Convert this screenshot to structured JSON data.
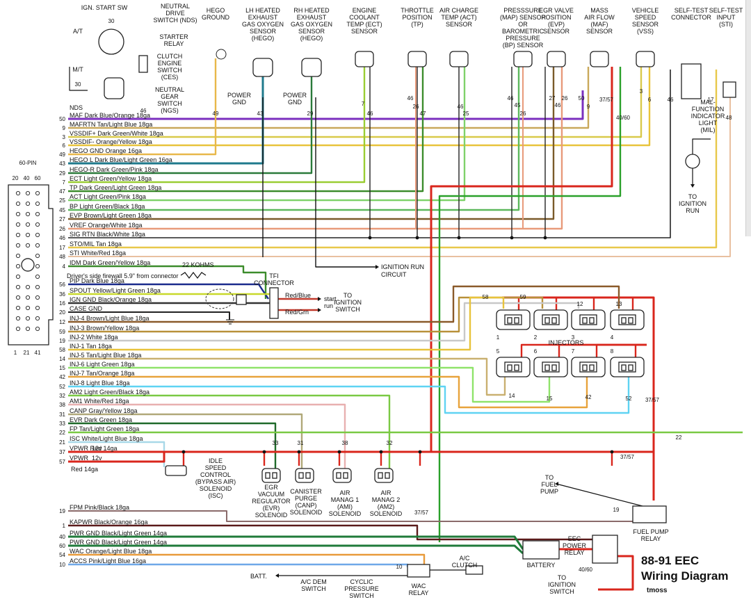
{
  "title": "88-91 EEC",
  "subtitle": "Wiring Diagram",
  "author": "tmoss",
  "ecu": {
    "title": "60-PIN",
    "top_pins": [
      "20",
      "40",
      "60"
    ],
    "bottom_pins": [
      "1",
      "21",
      "41"
    ]
  },
  "sensors": [
    {
      "id": "hego-ground",
      "lines": [
        "HEGO",
        "GROUND"
      ]
    },
    {
      "id": "lh-hego",
      "lines": [
        "LH HEATED",
        "EXHAUST",
        "GAS OXYGEN",
        "SENSOR",
        "(HEGO)"
      ]
    },
    {
      "id": "rh-hego",
      "lines": [
        "RH HEATED",
        "EXHAUST",
        "GAS OXYGEN",
        "SENSOR",
        "(HEGO)"
      ]
    },
    {
      "id": "ect",
      "lines": [
        "ENGINE",
        "COOLANT",
        "TEMP (ECT)",
        "SENSOR"
      ]
    },
    {
      "id": "tp",
      "lines": [
        "THROTTLE",
        "POSITION",
        "(TP)"
      ]
    },
    {
      "id": "act",
      "lines": [
        "AIR CHARGE",
        "TEMP (ACT)",
        "SENSOR"
      ]
    },
    {
      "id": "map",
      "lines": [
        "PRESSSURE",
        "(MAP) SENSOR",
        "OR",
        "BAROMETRIC",
        "PRESSURE",
        "(BP) SENSOR"
      ]
    },
    {
      "id": "evp",
      "lines": [
        "EGR VALVE",
        "POSITION",
        "(EVP)",
        "SENSOR"
      ]
    },
    {
      "id": "maf",
      "lines": [
        "MASS",
        "AIR FLOW",
        "(MAF)",
        "SENSOR"
      ]
    },
    {
      "id": "vss",
      "lines": [
        "VEHICLE",
        "SPEED",
        "SENSOR",
        "(VSS)"
      ]
    },
    {
      "id": "self-test",
      "lines": [
        "SELF-TEST",
        "CONNECTOR"
      ]
    },
    {
      "id": "sti",
      "lines": [
        "SELF-TEST",
        "INPUT",
        "(STI)"
      ]
    }
  ],
  "misc_labels": {
    "ign_start_sw": "IGN. START SW",
    "nds": [
      "NEUTRAL",
      "DRIVE",
      "SWITCH (NDS)"
    ],
    "starter_relay": [
      "STARTER",
      "RELAY"
    ],
    "ces": [
      "CLUTCH",
      "ENGINE",
      "SWITCH",
      "(CES)"
    ],
    "ngs": [
      "NEUTRAL",
      "GEAR",
      "SWITCH",
      "(NGS)"
    ],
    "at": "A/T",
    "mt": "M/T",
    "n30a": "30",
    "n30b": "30",
    "n46": "46",
    "nds_tag": "NDS",
    "power_gnd": [
      "POWER",
      "GND"
    ],
    "mil": [
      "MAL-",
      "FUNCTION",
      "INDICATOR",
      "LIGHT",
      "(MIL)"
    ],
    "to_ign_run": [
      "TO",
      "IGNITION",
      "RUN"
    ],
    "tfi": [
      "TFI",
      "CONNECTOR"
    ],
    "ign_run_circuit": [
      "IGNITION RUN",
      "CIRCUIT"
    ],
    "start_run": [
      "start",
      "run"
    ],
    "red_blue": "Red/Blue",
    "red_grn": "Red/Grn",
    "to_ign_switch": [
      "TO",
      "IGNITION",
      "SWITCH"
    ],
    "kohms": "22 KOHMS",
    "firewall": "Driver's side firewall 5.9\" from connector",
    "injectors": "INJECTORS",
    "isc": [
      "IDLE",
      "SPEED",
      "CONTROL",
      "(BYPASS AIR)",
      "SOLENOID",
      "(ISC)"
    ],
    "evr": [
      "EGR",
      "VACUUM",
      "REGULATOR",
      "(EVR)",
      "SOLENOID"
    ],
    "canp": [
      "CANISTER",
      "PURGE",
      "(CANP)",
      "SOLENOID"
    ],
    "am1": [
      "AIR",
      "MANAG 1",
      "(AMI)",
      "SOLENOID"
    ],
    "am2": [
      "AIR",
      "MANAG 2",
      "(AM2)",
      "SOLENOID"
    ],
    "to_fuel_pump": [
      "TO",
      "FUEL",
      "PUMP"
    ],
    "fuel_pump_relay": [
      "FUEL PUMP",
      "RELAY"
    ],
    "eec_power_relay": [
      "EEC",
      "POWER",
      "RELAY"
    ],
    "battery": "BATTERY",
    "batt": "BATT.",
    "ac_dem": [
      "A/C DEM",
      "SWITCH"
    ],
    "cyclic": [
      "CYCLIC",
      "PRESSURE",
      "SWITCH"
    ],
    "wac_relay": [
      "WAC",
      "RELAY"
    ],
    "ac_clutch": [
      "A/C",
      "CLUTCH"
    ],
    "to_ign_switch2": [
      "TO",
      "IGNITION",
      "SWITCH"
    ],
    "red14": "Red 14ga",
    "n22": "22",
    "n3757a": "37/57",
    "n3757b": "37/57",
    "n3757c": "37/57",
    "n3757d": "37/57",
    "n4060a": "40/60",
    "n4060b": "40/60",
    "n19": "19",
    "n10": "10"
  },
  "wires": [
    {
      "pin": "50",
      "name": "MAF",
      "desc": "Dark Blue/Orange 18ga",
      "color": "#7b2fbf"
    },
    {
      "pin": "9",
      "name": "MAFRTN",
      "desc": "Tan/Light Blue 18ga",
      "color": "#c9a85a"
    },
    {
      "pin": "3",
      "name": "VSSDIF+",
      "desc": "Dark Green/White 18ga",
      "color": "#d9c94a"
    },
    {
      "pin": "6",
      "name": "VSSDIF-",
      "desc": "Orange/Yellow 18ga",
      "color": "#e8c33b"
    },
    {
      "pin": "49",
      "name": "HEGO GND",
      "desc": "Orange 16ga",
      "color": "#e8b84a"
    },
    {
      "pin": "43",
      "name": "HEGO L",
      "desc": "Dark Blue/Light Green 16ga",
      "color": "#1f7a8c"
    },
    {
      "pin": "29",
      "name": "HEGO-R",
      "desc": "Dark Green/Pink 18ga",
      "color": "#2a7a3a"
    },
    {
      "pin": "7",
      "name": "ECT",
      "desc": "Light Green/Yellow 18ga",
      "color": "#9acd32"
    },
    {
      "pin": "47",
      "name": "TP",
      "desc": "Dark Green/Light Green 18ga",
      "color": "#3c8c2c"
    },
    {
      "pin": "25",
      "name": "ACT",
      "desc": "Light Green/Pink 18ga",
      "color": "#7fd26a"
    },
    {
      "pin": "45",
      "name": "BP",
      "desc": "Light Green/Black 18ga",
      "color": "#5cb85c"
    },
    {
      "pin": "27",
      "name": "EVP",
      "desc": "Brown/Light Green 18ga",
      "color": "#7a5a2a"
    },
    {
      "pin": "26",
      "name": "VREF",
      "desc": "Orange/White 18ga",
      "color": "#e89a7a"
    },
    {
      "pin": "46",
      "name": "SIG RTN",
      "desc": "Black/White 18ga",
      "color": "#222222"
    },
    {
      "pin": "17",
      "name": "STO/MIL",
      "desc": "Tan 18ga",
      "color": "#e8c84a"
    },
    {
      "pin": "48",
      "name": "STI",
      "desc": "White/Red 18ga",
      "color": "#e8c0a0"
    },
    {
      "pin": "4",
      "name": "IDM",
      "desc": "Dark Green/Yellow 18ga",
      "color": "#3c8c2c"
    },
    {
      "pin": "56",
      "name": "PIP",
      "desc": "Dark Blue 18ga",
      "color": "#1a2a8c"
    },
    {
      "pin": "36",
      "name": "SPOUT",
      "desc": "Yellow/Light Green 18ga",
      "color": "#c8d82a"
    },
    {
      "pin": "16",
      "name": "IGN GND",
      "desc": "Black/Orange 18ga",
      "color": "#333333"
    },
    {
      "pin": "20",
      "name": "CASE GND",
      "desc": "",
      "color": "#222222"
    },
    {
      "pin": "12",
      "name": "INJ-4",
      "desc": "Brown/Light Blue 18ga",
      "color": "#8a5a2a"
    },
    {
      "pin": "59",
      "name": "INJ-3",
      "desc": "Brown/Yellow 18ga",
      "color": "#b8903a"
    },
    {
      "pin": "19",
      "name": "INJ-2",
      "desc": "White 18ga",
      "color": "#c8c8c8"
    },
    {
      "pin": "58",
      "name": "INJ-1",
      "desc": "Tan 18ga",
      "color": "#e8c33b"
    },
    {
      "pin": "14",
      "name": "INJ-5",
      "desc": "Tan/Light Blue 18ga",
      "color": "#c9b070"
    },
    {
      "pin": "15",
      "name": "INJ-6",
      "desc": "Light Green 18ga",
      "color": "#8fe36a"
    },
    {
      "pin": "42",
      "name": "INJ-7",
      "desc": "Tan/Orange 18ga",
      "color": "#e8a33b"
    },
    {
      "pin": "52",
      "name": "INJ-8",
      "desc": "Light Blue 18ga",
      "color": "#5fd3f3"
    },
    {
      "pin": "32",
      "name": "AM2",
      "desc": "Light Green/Black 18ga",
      "color": "#7ac943"
    },
    {
      "pin": "38",
      "name": "AM1",
      "desc": "White/Red 18ga",
      "color": "#e8b0b0"
    },
    {
      "pin": "31",
      "name": "CANP",
      "desc": "Gray/Yellow 18ga",
      "color": "#b0a878"
    },
    {
      "pin": "33",
      "name": "EVR",
      "desc": "Dark Green 18ga",
      "color": "#1f6a2a"
    },
    {
      "pin": "22",
      "name": "FP",
      "desc": "Tan/Light Green 18ga",
      "color": "#7ac943"
    },
    {
      "pin": "21",
      "name": "ISC",
      "desc": "White/Light Blue 18ga",
      "color": "#a8d8e8"
    },
    {
      "pin": "37",
      "name": "VPWR",
      "desc": "Red 14ga",
      "power": "12v",
      "color": "#d9261c"
    },
    {
      "pin": "57",
      "name": "VPWR",
      "desc": "",
      "power": "12v",
      "color": "#d9261c"
    },
    {
      "pin": "19",
      "name": "FPM",
      "desc": "Pink/Black 18ga",
      "color": "#8a6a6a"
    },
    {
      "pin": "1",
      "name": "KAPWR",
      "desc": "Black/Orange 16ga",
      "color": "#5a1a1a"
    },
    {
      "pin": "40",
      "name": "PWR GND",
      "desc": "Black/Light Green 14ga",
      "color": "#1f7a3a"
    },
    {
      "pin": "60",
      "name": "PWR GND",
      "desc": "Black/Light Green 14ga",
      "color": "#1f7a3a"
    },
    {
      "pin": "54",
      "name": "WAC",
      "desc": "Orange/Light Blue 18ga",
      "color": "#e89a3a"
    },
    {
      "pin": "10",
      "name": "ACCS",
      "desc": "Pink/Light Blue 16ga",
      "color": "#6fa8e8"
    }
  ],
  "sensor_pins": [
    {
      "for": "hego-ground",
      "n": "49"
    },
    {
      "for": "lh-hego",
      "n": "43"
    },
    {
      "for": "rh-hego",
      "n": "29"
    },
    {
      "for": "ect",
      "n": "7"
    },
    {
      "for": "ect",
      "n": "46"
    },
    {
      "for": "tp",
      "n": "46"
    },
    {
      "for": "tp",
      "n": "26"
    },
    {
      "for": "tp",
      "n": "47"
    },
    {
      "for": "act",
      "n": "46"
    },
    {
      "for": "act",
      "n": "25"
    },
    {
      "for": "map",
      "n": "46"
    },
    {
      "for": "map",
      "n": "45"
    },
    {
      "for": "map",
      "n": "26"
    },
    {
      "for": "evp",
      "n": "27"
    },
    {
      "for": "evp",
      "n": "46"
    },
    {
      "for": "evp",
      "n": "26"
    },
    {
      "for": "maf",
      "n": "50"
    },
    {
      "for": "maf",
      "n": "9"
    },
    {
      "for": "maf",
      "n": "37/57"
    },
    {
      "for": "maf",
      "n": "40/60"
    },
    {
      "for": "vss",
      "n": "3"
    },
    {
      "for": "vss",
      "n": "6"
    },
    {
      "for": "self-test",
      "n": "46"
    },
    {
      "for": "self-test",
      "n": "17"
    },
    {
      "for": "sti",
      "n": "48"
    }
  ],
  "injectors": [
    {
      "num": "1",
      "pin": "58"
    },
    {
      "num": "2",
      "pin": "59"
    },
    {
      "num": "3",
      "pin": "12"
    },
    {
      "num": "4",
      "pin": "13"
    },
    {
      "num": "5",
      "pin": "14"
    },
    {
      "num": "6",
      "pin": "15"
    },
    {
      "num": "7",
      "pin": "42"
    },
    {
      "num": "8",
      "pin": "52"
    }
  ],
  "solenoid_pins": [
    "33",
    "31",
    "38",
    "32"
  ]
}
